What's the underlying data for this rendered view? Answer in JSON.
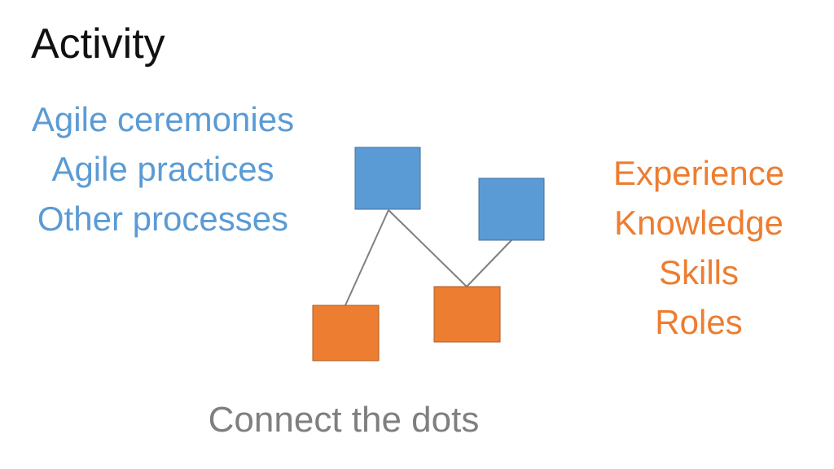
{
  "slide": {
    "title": "Activity",
    "left_list": [
      "Agile ceremonies",
      "Agile practices",
      "Other processes"
    ],
    "right_list": [
      "Experience",
      "Knowledge",
      "Skills",
      "Roles"
    ],
    "caption": "Connect the dots"
  },
  "colors": {
    "blue": "#5b9bd5",
    "orange": "#ed7d31",
    "box_border_blue": "#41719c",
    "box_border_orange": "#ae5a21",
    "connector": "#7f7f7f",
    "caption": "#7f7f7f"
  },
  "diagram": {
    "nodes": [
      {
        "id": "blue-1",
        "color": "blue"
      },
      {
        "id": "blue-2",
        "color": "blue"
      },
      {
        "id": "orange-1",
        "color": "orange"
      },
      {
        "id": "orange-2",
        "color": "orange"
      }
    ],
    "edges": [
      {
        "from": "blue-1",
        "to": "orange-1"
      },
      {
        "from": "blue-1",
        "to": "orange-2"
      },
      {
        "from": "blue-2",
        "to": "orange-2"
      }
    ]
  }
}
